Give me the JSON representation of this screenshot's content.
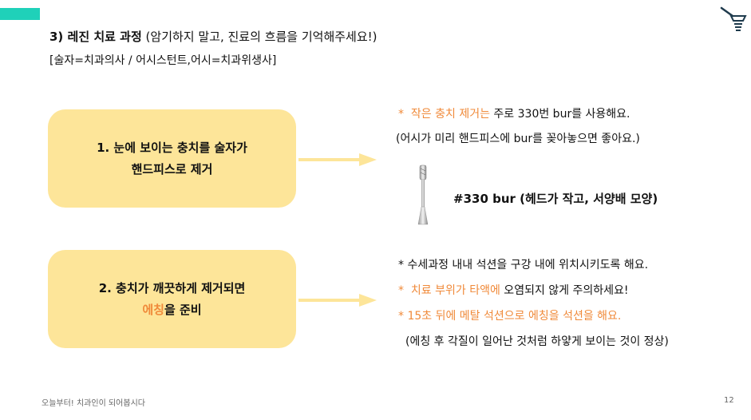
{
  "title": {
    "heading": "3) 레진 치료 과정",
    "note": "(암기하지 말고, 진료의 흐름을 기억해주세요!)"
  },
  "subtitle": "[술자=치과의사 / 어시스턴트,어시=치과위생사]",
  "card1": {
    "line1": "1. 눈에 보이는 충치를 술자가",
    "line2": "핸드피스로 제거"
  },
  "card2": {
    "line1": "2. 충치가 깨끗하게 제거되면",
    "line2_highlight": "에칭",
    "line2_rest": "을 준비"
  },
  "notes1": {
    "bullet": "*",
    "highlight": "작은 충치 제거는",
    "rest": " 주로 330번 bur를 사용해요.",
    "line2": "(어시가 미리 핸드피스에 bur를 꽂아놓으면 좋아요.)"
  },
  "bur_label": "#330 bur (헤드가 작고, 서양배 모양)",
  "notes2": {
    "item1": "*  수세과정 내내 석션을 구강 내에 위치시키도록 해요.",
    "item2_bullet": "*",
    "item2_highlight": "치료 부위가 타액에",
    "item2_rest": " 오염되지 않게 주의하세요!",
    "item3": "*  15초 뒤에 메탈 석션으로 에칭을 석션을 해요.",
    "item4": "(에칭 후 각질이 일어난 것처럼 하얗게 보이는 것이 정상)"
  },
  "footer": {
    "left": "오늘부터! 치과인이 되어봅시다",
    "page_number": "12"
  },
  "colors": {
    "accent": "#1fd1b9",
    "card": "#fde599",
    "highlight": "#f08a3a",
    "arrow": "#fde599"
  }
}
